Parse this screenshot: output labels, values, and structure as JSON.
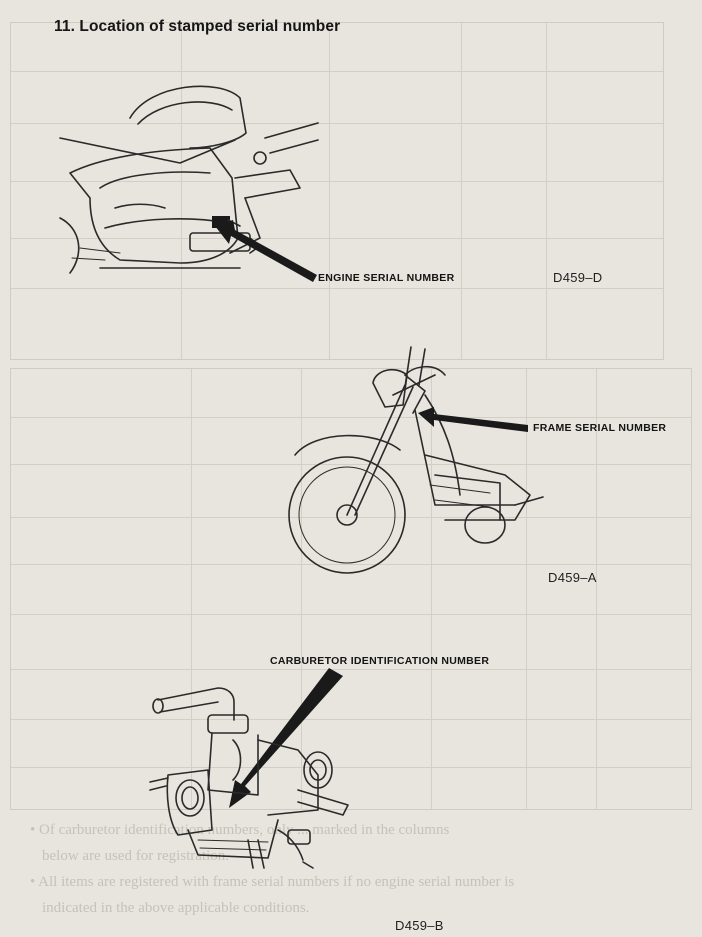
{
  "heading": "11. Location of stamped serial number",
  "labels": {
    "engine": "ENGINE SERIAL NUMBER",
    "frame": "FRAME SERIAL NUMBER",
    "carburetor": "CARBURETOR IDENTIFICATION NUMBER"
  },
  "figure_codes": {
    "engine": "D459–D",
    "frame": "D459–A",
    "carburetor": "D459–B"
  },
  "bleed_through": {
    "line1": "• Of carburetor identification numbers, only ... marked in the columns",
    "line2": "below are used for registration.",
    "line3": "• All items are registered with frame serial numbers if no engine serial number is",
    "line4": "indicated in the above applicable conditions."
  },
  "colors": {
    "paper": "#e7e5de",
    "ink": "#1b1b1b",
    "bleed": "#c5c2b8"
  }
}
